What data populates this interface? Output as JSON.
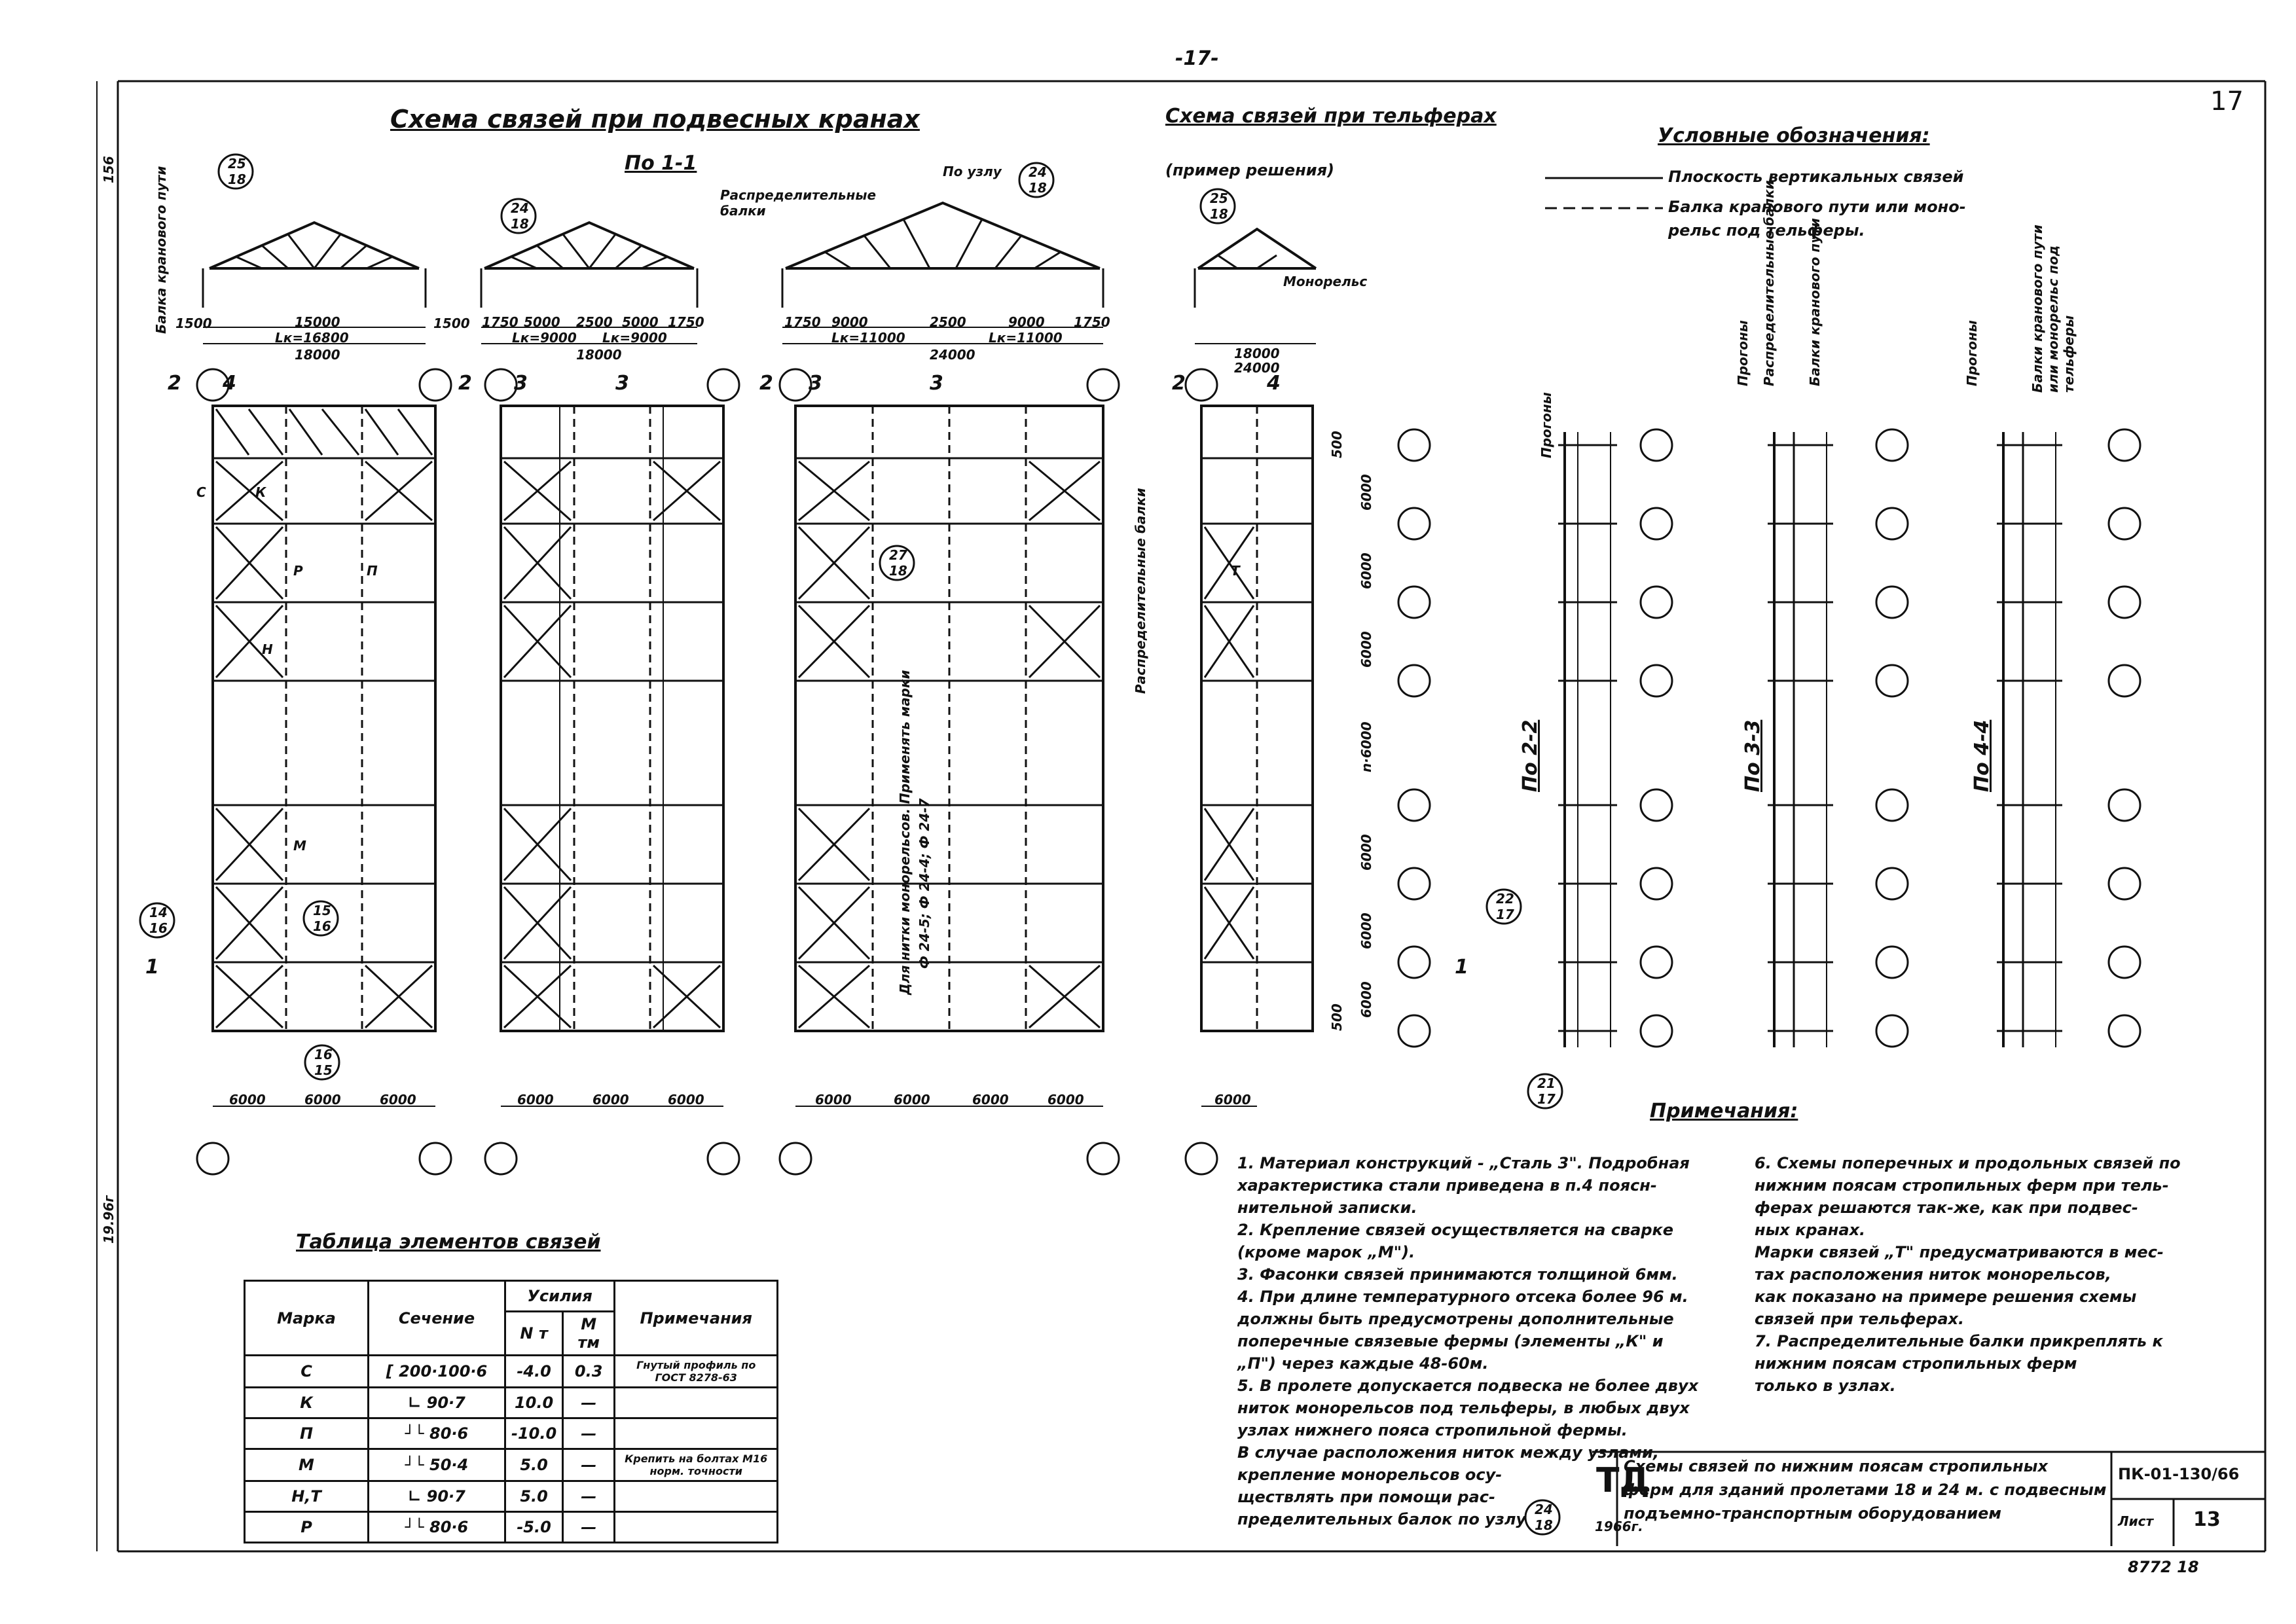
{
  "page_number": "-17-",
  "corner_number": "17",
  "left_margin_marks": [
    "156",
    "19.96г"
  ],
  "titles": {
    "main": "Схема связей при подвесных кранах",
    "section_1": "По 1-1",
    "telfer": "Схема связей при тельферах",
    "telfer_sub": "(пример решения)",
    "legend": "Условные обозначения:",
    "table": "Таблица элементов связей",
    "notes": "Примечания:",
    "section_2": "По 2-2",
    "section_3": "По 3-3",
    "section_4": "По 4-4"
  },
  "legend_items": [
    "Плоскость вертикальных связей",
    "Балка кранового пути или моно-",
    "рельс под тельферы."
  ],
  "labels": {
    "crane_beam": "Балка кранового пути",
    "distrib_beams": "Распределительные балки",
    "node": "По узлу",
    "monorail": "Монорельс",
    "distrib_vertical": "Распределительные балки",
    "thread_note_1": "Для нитки монорельсов. Применять марки",
    "thread_note_2": "Ф 24-5; Ф 24-4; Ф 24-7",
    "purlins": "Прогоны",
    "distrib_short": "Распределительные балки",
    "crane_short": "Балки кранового пути",
    "crane_mono": "Балки кранового пути или монорельс под тельферы"
  },
  "callouts": [
    {
      "top": "25",
      "bottom": "18"
    },
    {
      "top": "24",
      "bottom": "18"
    },
    {
      "top": "24",
      "bottom": "18"
    },
    {
      "top": "25",
      "bottom": "18"
    },
    {
      "top": "27",
      "bottom": "18"
    },
    {
      "top": "14",
      "bottom": "16"
    },
    {
      "top": "15",
      "bottom": "16"
    },
    {
      "top": "16",
      "bottom": "15"
    },
    {
      "top": "22",
      "bottom": "17"
    },
    {
      "top": "21",
      "bottom": "17"
    },
    {
      "top": "24",
      "bottom": "18"
    }
  ],
  "dimensions": {
    "span1": [
      "1500",
      "15000",
      "1500",
      "Lк=16800",
      "18000"
    ],
    "span2": [
      "1750",
      "5000",
      "2500",
      "5000",
      "1750",
      "Lк=9000",
      "Lк=9000",
      "18000"
    ],
    "span3": [
      "1750",
      "9000",
      "2500",
      "9000",
      "1750",
      "Lк=11000",
      "Lк=11000",
      "24000"
    ],
    "span4": [
      "18000",
      "24000"
    ],
    "bottom": [
      "6000",
      "6000",
      "6000",
      "6000",
      "6000",
      "6000",
      "6000",
      "6000",
      "6000",
      "6000",
      "6000"
    ],
    "right_col": [
      "500",
      "6000",
      "6000",
      "6000",
      "n·6000",
      "6000",
      "6000",
      "6000",
      "500"
    ]
  },
  "section_marks": [
    "2",
    "4",
    "2",
    "3",
    "3",
    "2",
    "3",
    "3",
    "2",
    "4",
    "1",
    "1"
  ],
  "table": {
    "headers": {
      "mark": "Марка",
      "section": "Сечение",
      "forces": "Усилия",
      "n": "N т",
      "m": "M тм",
      "note": "Примечания"
    },
    "rows": [
      {
        "mark": "С",
        "section": "[ 200·100·6",
        "n": "-4.0",
        "m": "0.3",
        "note": "Гнутый профиль по ГОСТ 8278-63"
      },
      {
        "mark": "К",
        "section": "∟ 90·7",
        "n": "10.0",
        "m": "—",
        "note": ""
      },
      {
        "mark": "П",
        "section": "┘└ 80·6",
        "n": "-10.0",
        "m": "—",
        "note": ""
      },
      {
        "mark": "М",
        "section": "┘└ 50·4",
        "n": "5.0",
        "m": "—",
        "note": "Крепить на болтах М16 норм. точности"
      },
      {
        "mark": "Н,Т",
        "section": "∟ 90·7",
        "n": "5.0",
        "m": "—",
        "note": ""
      },
      {
        "mark": "Р",
        "section": "┘└ 80·6",
        "n": "-5.0",
        "m": "—",
        "note": ""
      }
    ]
  },
  "notes_left": [
    "1. Материал конструкций - „Сталь 3\". Подробная",
    "характеристика стали приведена в п.4 поясн-",
    "нительной записки.",
    "2. Крепление связей осуществляется на сварке",
    "(кроме марок „М\").",
    "3. Фасонки связей принимаются толщиной 6мм.",
    "4. При длине температурного отсека более 96 м.",
    "должны быть предусмотрены дополнительные",
    "поперечные связевые фермы (элементы „К\" и",
    "„П\") через каждые 48-60м.",
    "5. В пролете допускается подвеска не более двух",
    "ниток монорельсов под тельферы, в любых двух",
    "узлах нижнего пояса стропильной фермы.",
    "В случае расположения ниток между узлами,",
    "крепление монорельсов осу-",
    "ществлять при помощи рас-",
    "пределительных балок по узлу"
  ],
  "notes_right": [
    "6. Схемы поперечных и продольных связей по",
    "нижним поясам стропильных ферм при тель-",
    "ферах решаются так-же, как при подвес-",
    "ных кранах.",
    "Марки связей „Т\" предусматриваются в мес-",
    "тах расположения ниток монорельсов,",
    "как показано на примере решения схемы",
    "связей при тельферах.",
    "7. Распределительные балки прикреплять к",
    "нижним поясам стропильных ферм",
    "только в узлах."
  ],
  "stamp": {
    "org": "ТД",
    "year": "1966г.",
    "title_1": "Схемы связей по нижним поясам стропильных",
    "title_2": "ферм для зданий пролетами 18 и 24 м. с подвесным",
    "title_3": "подъемно-транспортным оборудованием",
    "code": "ПК-01-130/66",
    "sheet_label": "Лист",
    "sheet": "13",
    "ref": "8772 18"
  },
  "member_letters": [
    "С",
    "К",
    "П",
    "Р",
    "Н",
    "М",
    "Т"
  ]
}
